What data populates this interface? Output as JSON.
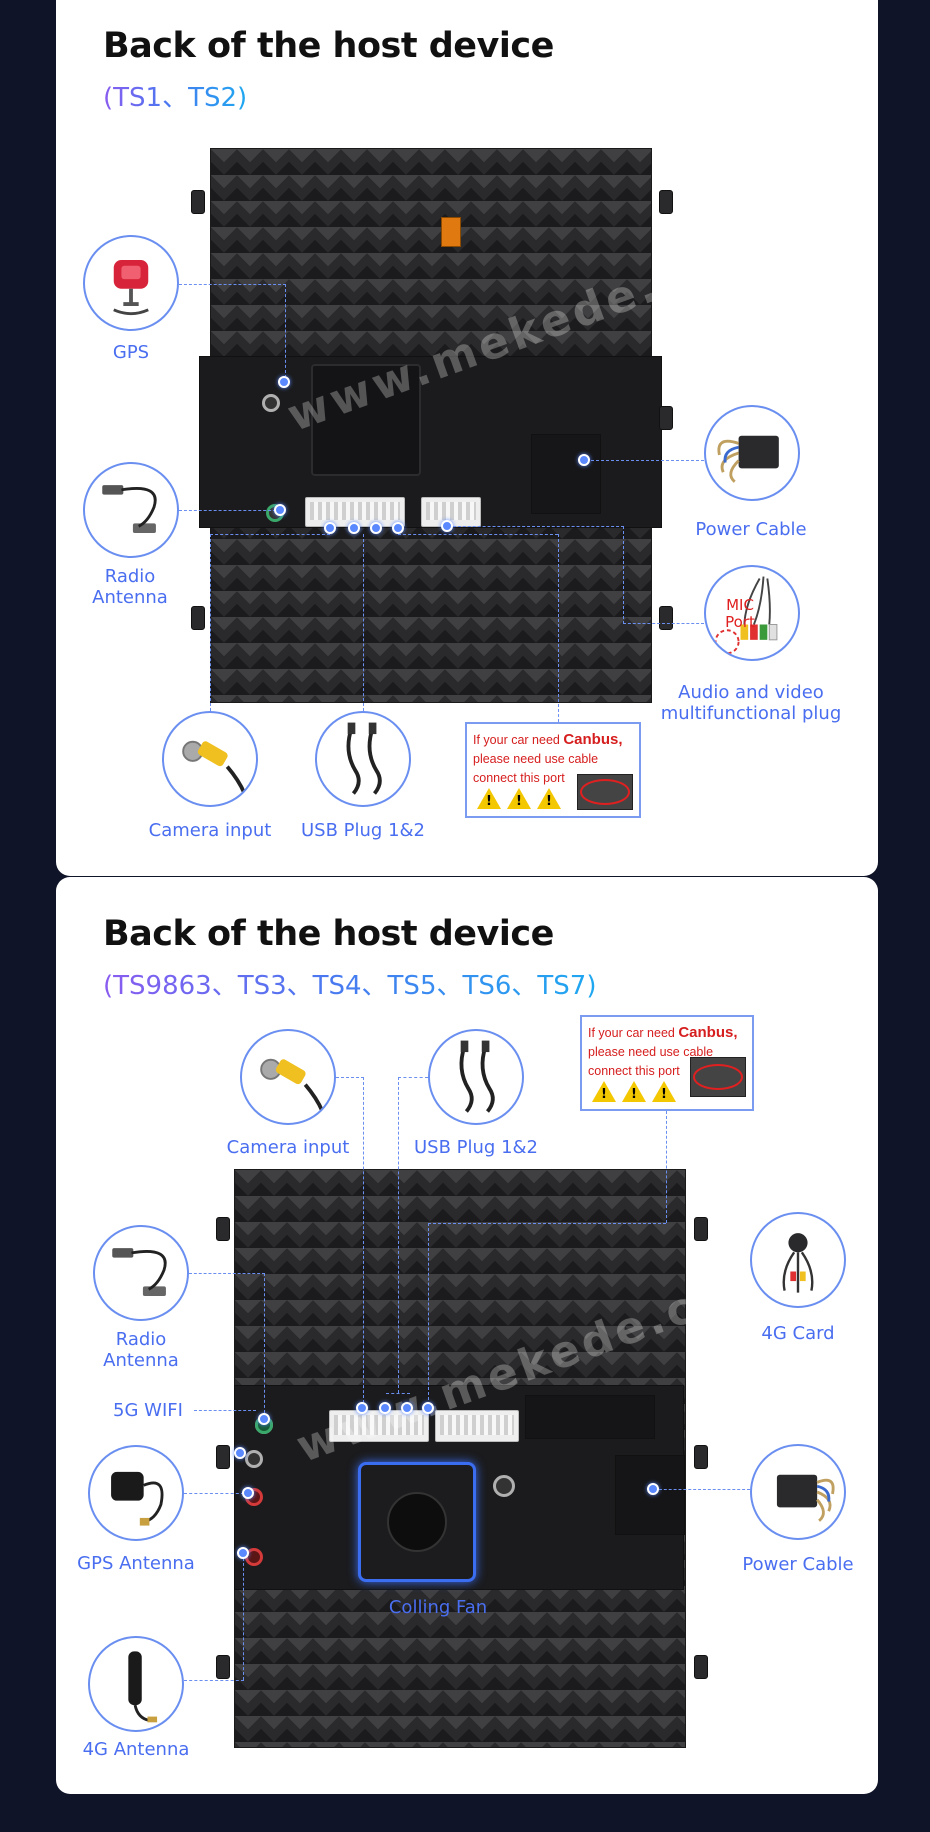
{
  "sections": [
    {
      "title": "Back of the host device",
      "subtitle": "(TS1、TS2)",
      "watermark": "www.mekede.com",
      "callouts": {
        "gps": "GPS",
        "radio_antenna_1": "Radio",
        "radio_antenna_2": "Antenna",
        "power_cable": "Power Cable",
        "mic_port_1": "MIC",
        "mic_port_2": "Port",
        "audio_video_1": "Audio and video",
        "audio_video_2": "multifunctional plug",
        "camera_input": "Camera input",
        "usb_plug": "USB Plug 1&2"
      },
      "canbus": {
        "line1_prefix": "If your car need ",
        "line1_bold": "Canbus,",
        "line2": "please need use cable",
        "line3": "connect this port"
      }
    },
    {
      "title": "Back of the host device",
      "subtitle": "(TS9863、TS3、TS4、TS5、TS6、TS7)",
      "watermark": "www.mekede.com",
      "callouts": {
        "camera_input": "Camera input",
        "usb_plug": "USB Plug 1&2",
        "radio_antenna_1": "Radio",
        "radio_antenna_2": "Antenna",
        "card_4g": "4G Card",
        "wifi_5g": "5G WIFI",
        "gps_antenna": "GPS Antenna",
        "cooling_fan": "Colling Fan",
        "power_cable": "Power Cable",
        "antenna_4g": "4G Antenna"
      },
      "canbus": {
        "line1_prefix": "If your car need ",
        "line1_bold": "Canbus,",
        "line2": "please need use cable",
        "line3": "connect this port"
      }
    }
  ],
  "colors": {
    "accent": "#4a6ef0",
    "leader": "#6a8ff0",
    "warning_text": "#d61e1e",
    "gradient_start": "#8a5cf0",
    "gradient_end": "#1ea8f0",
    "page_background": "#0f1428"
  },
  "icons": [
    "gps-module-icon",
    "radio-antenna-cable-icon",
    "power-cable-icon",
    "audio-video-plug-icon",
    "camera-rca-cable-icon",
    "usb-cable-icon",
    "warning-icon",
    "4g-card-icon",
    "gps-antenna-icon",
    "4g-antenna-icon",
    "cooling-fan-icon"
  ]
}
